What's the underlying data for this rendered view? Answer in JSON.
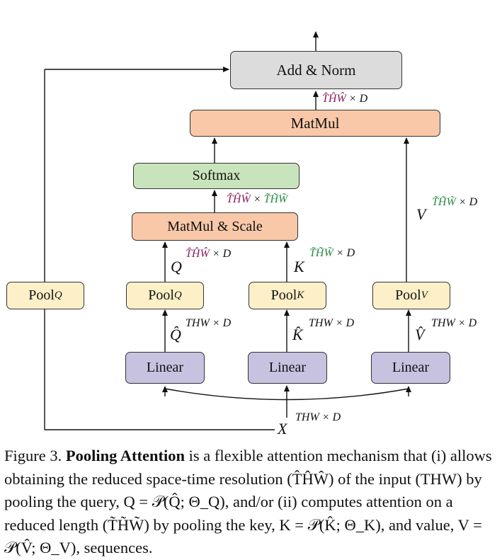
{
  "boxes": {
    "add_norm": "Add & Norm",
    "matmul": "MatMul",
    "softmax": "Softmax",
    "matmul_scale": "MatMul & Scale",
    "pool_q_side": "Pool",
    "pool_q_side_sub": "Q",
    "pool_q": "Pool",
    "pool_q_sub": "Q",
    "pool_k": "Pool",
    "pool_k_sub": "K",
    "pool_v": "Pool",
    "pool_v_sub": "V",
    "linear_q": "Linear",
    "linear_k": "Linear",
    "linear_v": "Linear"
  },
  "variables": {
    "x": "X",
    "q": "Q",
    "k": "K",
    "v": "V",
    "q_hat": "Q̂",
    "k_hat": "K̂",
    "v_hat": "V̂"
  },
  "dims": {
    "thw_d": "THW × D",
    "reduced_q": "T̂ĤŴ",
    "reduced_kv": "T̃H̃W̃",
    "times": "×",
    "d": "D"
  },
  "colors": {
    "reduced_q_color": "#8a1f5c",
    "reduced_kv_color": "#2a8a46",
    "gray_box": "#dcdcdc",
    "orange_box": "#f8c8a8",
    "green_box": "#c8e4bc",
    "yellow_box": "#fdf0c8",
    "purple_box": "#c6c2e0"
  },
  "caption": {
    "prefix": "Figure 3.",
    "bold": "Pooling Attention",
    "text": " is a flexible attention mechanism that (i) allows obtaining the reduced space-time resolution (T̂ĤŴ) of the input (THW) by pooling the query, Q = 𝒫(Q̂; Θ_Q), and/or (ii) computes attention on a reduced length (T̃H̃W̃) by pooling the key, K = 𝒫(K̂; Θ_K), and value, V = 𝒫(V̂; Θ_V), sequences."
  }
}
